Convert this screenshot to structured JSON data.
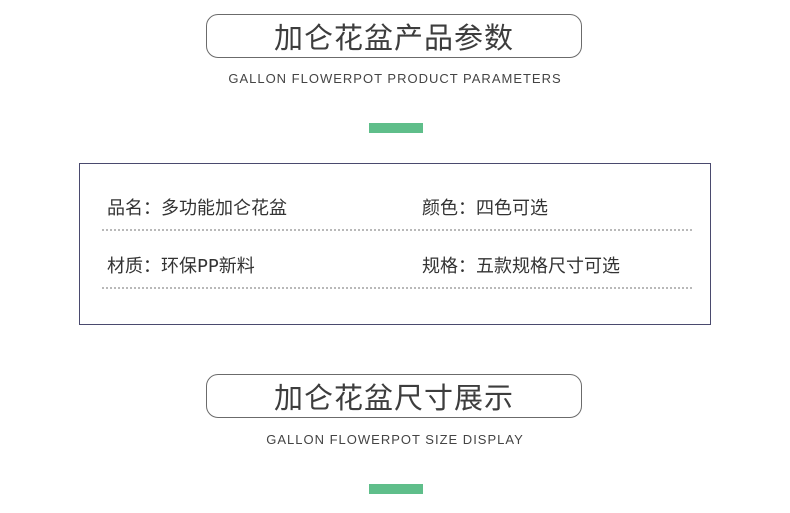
{
  "section1": {
    "title": "加仑花盆产品参数",
    "subtitle": "GALLON FLOWERPOT PRODUCT PARAMETERS"
  },
  "params": {
    "name": "品名：多功能加仑花盆",
    "color": "颜色：四色可选",
    "material": "材质：环保PP新料",
    "spec": "规格：五款规格尺寸可选"
  },
  "section2": {
    "title": "加仑花盆尺寸展示",
    "subtitle": "GALLON FLOWERPOT SIZE DISPLAY"
  },
  "colors": {
    "accent": "#5fbe8a",
    "border": "#4a4a6e"
  }
}
